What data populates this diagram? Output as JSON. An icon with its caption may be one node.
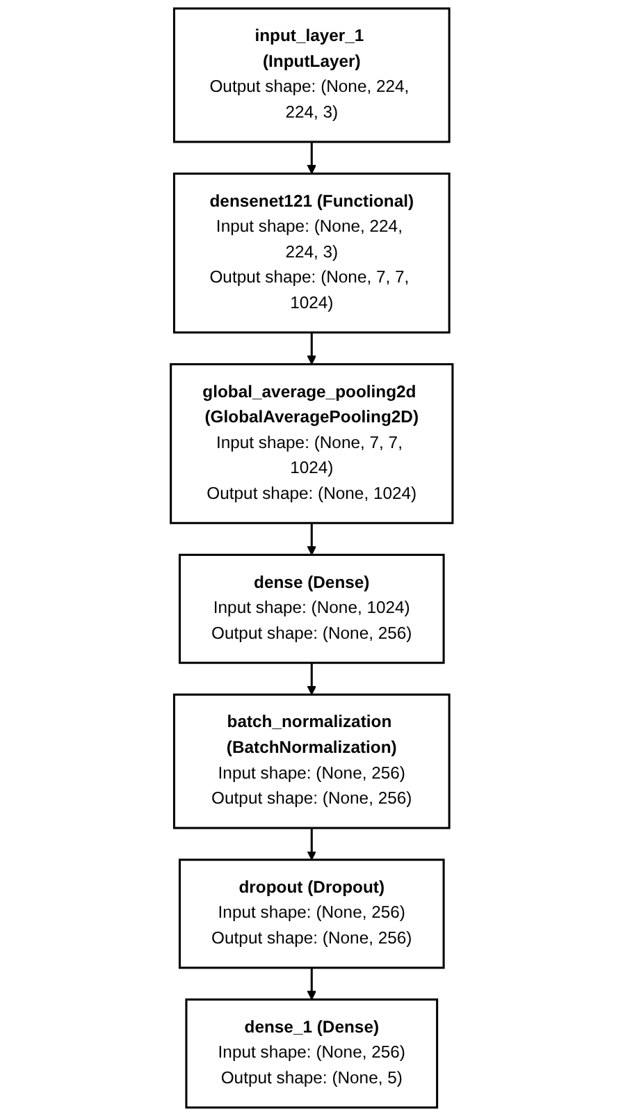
{
  "diagram": {
    "nodes": [
      {
        "text": [
          "input_layer_1 (InputLayer)",
          "Output shape: (None, 224, 224, 3)"
        ]
      },
      {
        "text": [
          "densenet121 (Functional)",
          "Input shape: (None, 224, 224, 3)",
          "Output shape: (None, 7, 7, 1024)"
        ]
      },
      {
        "text": [
          "global_average_pooling2d (GlobalAveragePooling2D)",
          "Input shape: (None, 7, 7, 1024)",
          "Output shape: (None, 1024)"
        ]
      },
      {
        "text": [
          "dense (Dense)",
          "Input shape: (None, 1024)",
          "Output shape: (None, 256)"
        ]
      },
      {
        "text": [
          "batch_normalization (BatchNormalization)",
          "Input shape: (None, 256)",
          "Output shape: (None, 256)"
        ]
      },
      {
        "text": [
          "dropout (Dropout)",
          "Input shape: (None, 256)",
          "Output shape: (None, 256)"
        ]
      },
      {
        "text": [
          "dense_1 (Dense)",
          "Input shape: (None, 256)",
          "Output shape: (None, 5)"
        ]
      }
    ],
    "edges": [
      {
        "from": 0,
        "to": 1,
        "arrow": "to"
      },
      {
        "from": 1,
        "to": 2,
        "arrow": "to"
      },
      {
        "from": 2,
        "to": 3,
        "arrow": "to"
      },
      {
        "from": 3,
        "to": 4,
        "arrow": "to"
      },
      {
        "from": 4,
        "to": 5,
        "arrow": "to"
      },
      {
        "from": 5,
        "to": 6,
        "arrow": "to"
      }
    ]
  }
}
